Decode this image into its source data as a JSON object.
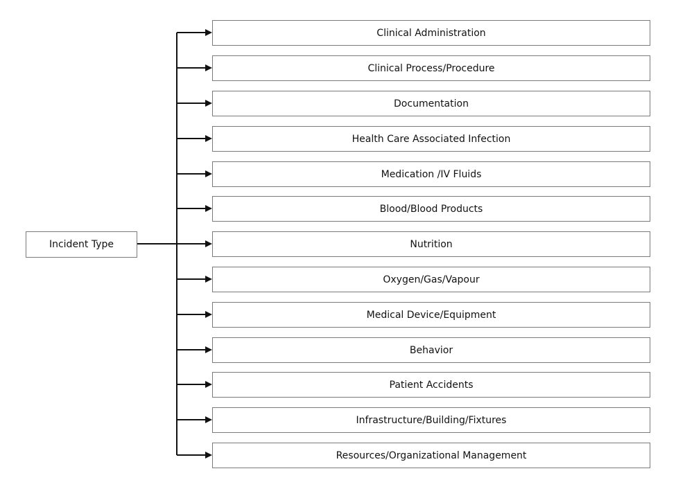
{
  "root": {
    "label": "Incident Type"
  },
  "categories": [
    "Clinical Administration",
    "Clinical Process/Procedure",
    "Documentation",
    "Health Care Associated Infection",
    "Medication /IV Fluids",
    "Blood/Blood Products",
    "Nutrition",
    "Oxygen/Gas/Vapour",
    "Medical Device/Equipment",
    "Behavior",
    "Patient Accidents",
    "Infrastructure/Building/Fixtures",
    "Resources/Organizational Management"
  ]
}
